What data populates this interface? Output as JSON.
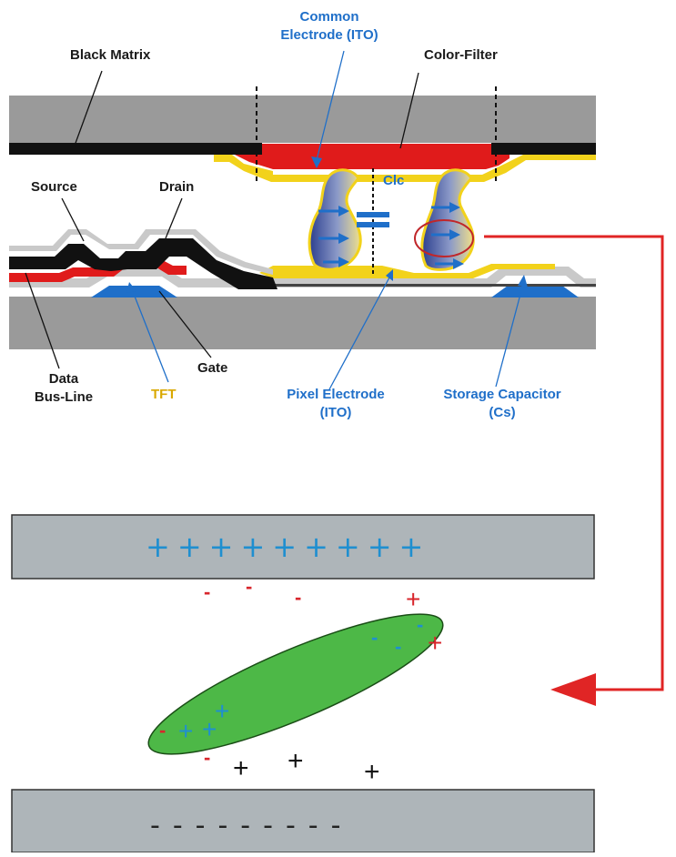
{
  "labels": {
    "black_matrix": "Black Matrix",
    "common_electrode_line1": "Common",
    "common_electrode_line2": "Electrode (ITO)",
    "color_filter": "Color-Filter",
    "source": "Source",
    "drain": "Drain",
    "clc": "Clc",
    "data_line1": "Data",
    "data_line2": "Bus-Line",
    "gate": "Gate",
    "tft": "TFT",
    "pixel_electrode_line1": "Pixel Electrode",
    "pixel_electrode_line2": "(ITO)",
    "storage_capacitor_line1": "Storage Capacitor",
    "storage_capacitor_line2": "(Cs)"
  },
  "charges": {
    "top_plate": "+++++++++",
    "bottom_plate": "---------",
    "plus": "+",
    "minus": "-"
  },
  "colors": {
    "glass": "#9a9a9a",
    "plate": "#aeb5b9",
    "black_layer": "#111111",
    "red_layer": "#e01b1b",
    "yellow_layer": "#f2d21b",
    "blue_gate": "#1f6fc9",
    "arrow_red": "#e02525",
    "molecule_green": "#4db847",
    "charge_blue": "#1f8fd0",
    "charge_red": "#d8262c"
  }
}
